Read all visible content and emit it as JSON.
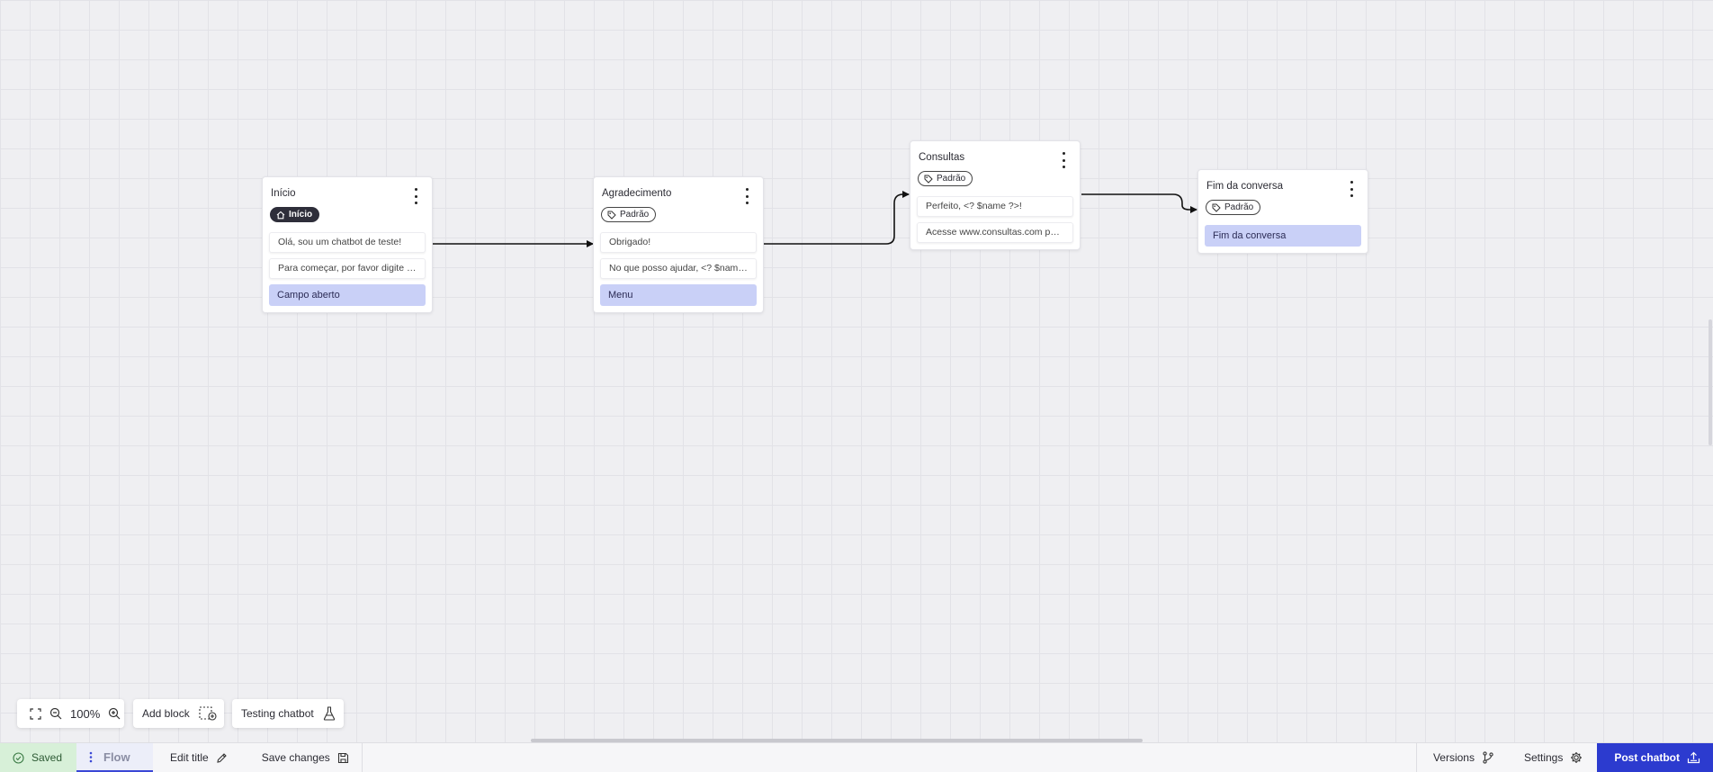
{
  "blocks": [
    {
      "title": "Início",
      "tag": "Início",
      "tag_style": "home",
      "messages": [
        "Olá, sou um chatbot de teste!",
        "Para começar, por favor digite o ..."
      ],
      "choice": "Campo aberto"
    },
    {
      "title": "Agradecimento",
      "tag": "Padrão",
      "tag_style": "tag",
      "messages": [
        "Obrigado!",
        "No que posso ajudar, <? $name ..."
      ],
      "choice": "Menu"
    },
    {
      "title": "Consultas",
      "tag": "Padrão",
      "tag_style": "tag",
      "messages": [
        "Perfeito, <? $name ?>!",
        "Acesse www.consultas.com par..."
      ],
      "choice": ""
    },
    {
      "title": "Fim da conversa",
      "tag": "Padrão",
      "tag_style": "tag",
      "messages": [],
      "choice": "Fim da conversa"
    }
  ],
  "zoom": {
    "level": "100%"
  },
  "toolbar": {
    "add_block": "Add block",
    "testing": "Testing chatbot"
  },
  "bottom_bar": {
    "saved": "Saved",
    "flow": "Flow",
    "edit_title": "Edit title",
    "save_changes": "Save changes",
    "versions": "Versions",
    "settings": "Settings",
    "post": "Post chatbot"
  },
  "colors": {
    "choice_bg": "#c9d0f7",
    "post_button": "#2c3bcf",
    "saved_bg": "#d7f0d8",
    "home_tag_bg": "#2e2e3a"
  },
  "icons": [
    "fullscreen-icon",
    "zoom-out-icon",
    "zoom-in-icon",
    "add-block-icon",
    "flask-icon",
    "check-circle-icon",
    "more-vertical-icon",
    "pencil-icon",
    "save-icon",
    "branch-icon",
    "gear-icon",
    "upload-icon",
    "home-icon",
    "tag-icon"
  ]
}
